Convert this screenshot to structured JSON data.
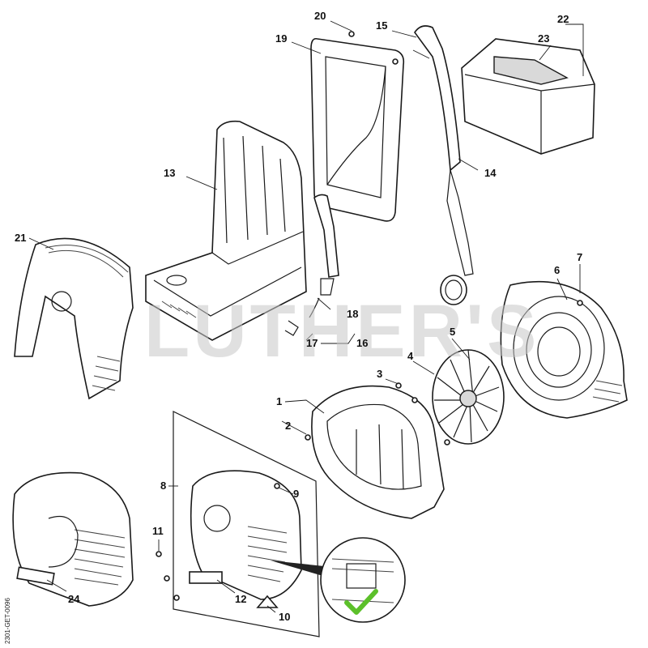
{
  "watermark": "LUTHER'S",
  "drawing_code": "2301-GET-0096",
  "check_color": "#5cc02a",
  "callouts": [
    {
      "id": "c1",
      "text": "1"
    },
    {
      "id": "c2",
      "text": "2"
    },
    {
      "id": "c3",
      "text": "3"
    },
    {
      "id": "c4",
      "text": "4"
    },
    {
      "id": "c5",
      "text": "5"
    },
    {
      "id": "c6",
      "text": "6"
    },
    {
      "id": "c7",
      "text": "7"
    },
    {
      "id": "c8",
      "text": "8"
    },
    {
      "id": "c9",
      "text": "9"
    },
    {
      "id": "c10",
      "text": "10"
    },
    {
      "id": "c11",
      "text": "11"
    },
    {
      "id": "c12",
      "text": "12"
    },
    {
      "id": "c13",
      "text": "13"
    },
    {
      "id": "c14",
      "text": "14"
    },
    {
      "id": "c15",
      "text": "15"
    },
    {
      "id": "c16",
      "text": "16"
    },
    {
      "id": "c17",
      "text": "17"
    },
    {
      "id": "c18",
      "text": "18"
    },
    {
      "id": "c19",
      "text": "19"
    },
    {
      "id": "c20",
      "text": "20"
    },
    {
      "id": "c21",
      "text": "21"
    },
    {
      "id": "c22",
      "text": "22"
    },
    {
      "id": "c23",
      "text": "23"
    },
    {
      "id": "c24",
      "text": "24"
    }
  ]
}
